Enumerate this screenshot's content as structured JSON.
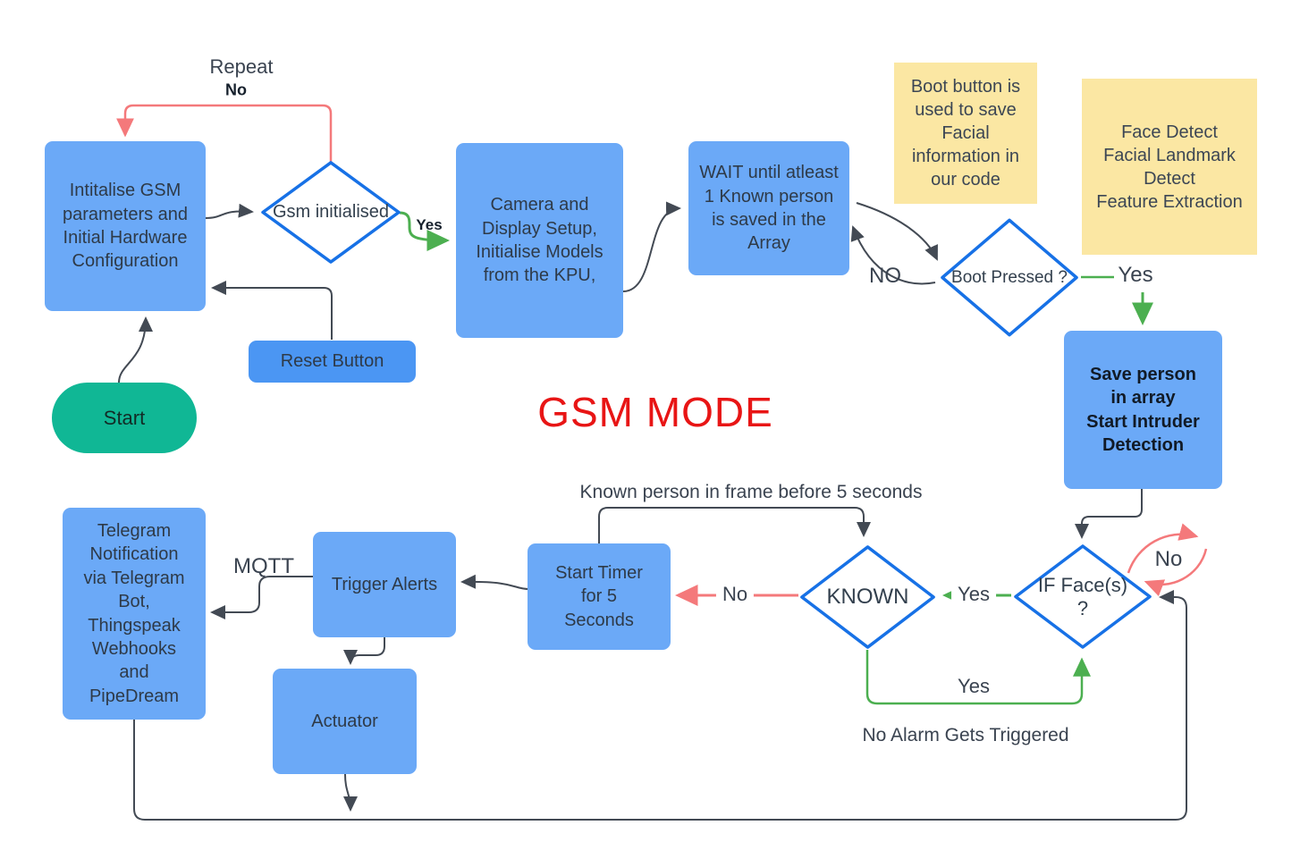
{
  "title": "GSM MODE",
  "colors": {
    "node_blue": "#6ba9f7",
    "reset_blue": "#4b96f3",
    "start_teal": "#10b795",
    "note_yellow": "#fbe7a3",
    "diamond_stroke": "#1771e6",
    "wire_black": "#434a54",
    "wire_red": "#f4797b",
    "wire_green": "#4caf50",
    "title_red": "#e81515"
  },
  "nodes": {
    "init": {
      "label": "Intitalise GSM\nparameters and\nInitial Hardware\nConfiguration"
    },
    "camera": {
      "label": "Camera and\nDisplay Setup,\nInitialise Models\nfrom the KPU,"
    },
    "wait": {
      "label": "WAIT until atleast\n1 Known person\nis saved in the\nArray"
    },
    "save": {
      "label": "Save person\nin array\nStart Intruder\nDetection"
    },
    "reset": {
      "label": "Reset Button"
    },
    "start": {
      "label": "Start"
    },
    "timer": {
      "label": "Start Timer\nfor 5\nSeconds"
    },
    "trigger": {
      "label": "Trigger Alerts"
    },
    "telegram": {
      "label": "Telegram\nNotification\nvia Telegram\nBot,\nThingspeak\nWebhooks\nand\nPipeDream"
    },
    "actuator": {
      "label": "Actuator"
    }
  },
  "decisions": {
    "gsm": {
      "label": "Gsm initialised"
    },
    "boot": {
      "label": "Boot Pressed ?"
    },
    "ifface": {
      "label": "IF Face(s)\n?"
    },
    "known": {
      "label": "KNOWN"
    }
  },
  "notes": {
    "boot_note": {
      "label": "Boot button is\nused to save\nFacial\ninformation in\nour code"
    },
    "face_note": {
      "label": "Face Detect\nFacial Landmark\nDetect\nFeature Extraction"
    }
  },
  "edge_labels": {
    "repeat": "Repeat",
    "repeat_no": "No",
    "gsm_yes": "Yes",
    "boot_no": "NO",
    "boot_yes": "Yes",
    "known_frame": "Known person in frame before 5 seconds",
    "ifface_no": "No",
    "ifface_yes": "Yes",
    "known_no": "No",
    "known_yes_bottom": "Yes",
    "no_alarm": "No Alarm Gets Triggered",
    "mqtt": "MQTT"
  }
}
